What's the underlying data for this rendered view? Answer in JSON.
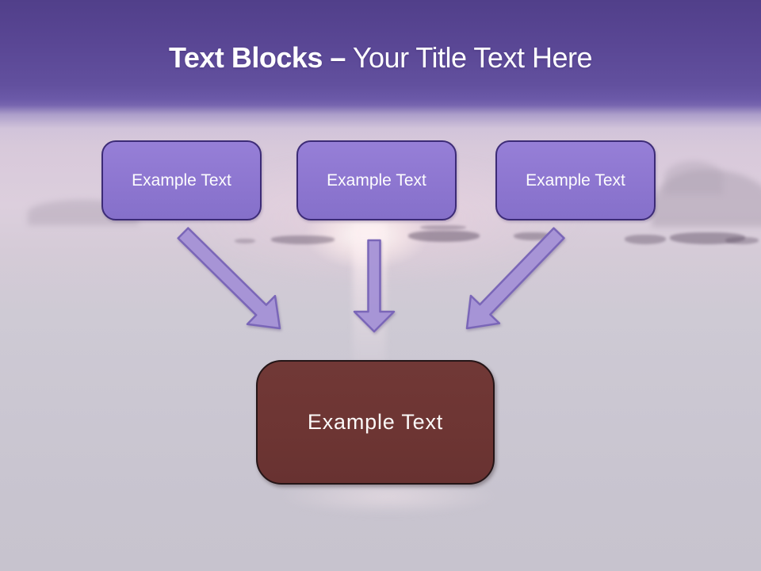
{
  "slide": {
    "header": {
      "title_primary": "Text Blocks",
      "title_separator": "–",
      "title_secondary": "Your Title Text Here"
    },
    "text_blocks": [
      {
        "label": "Example Text"
      },
      {
        "label": "Example Text"
      },
      {
        "label": "Example Text"
      }
    ],
    "result_block": {
      "label": "Example Text"
    },
    "colors": {
      "header_purple_top": "#513f8a",
      "header_purple_bottom": "#7765af",
      "box_fill": "#8d76d0",
      "box_border": "#3c2b76",
      "arrow_fill": "#a692d8",
      "arrow_border": "#7a66b8",
      "result_fill": "#6d3533",
      "result_border": "#241517",
      "title_text": "#ffffff",
      "box_text": "#ffffff",
      "background_sky": "#d9cadb",
      "background_water": "#c7c3ce"
    }
  }
}
